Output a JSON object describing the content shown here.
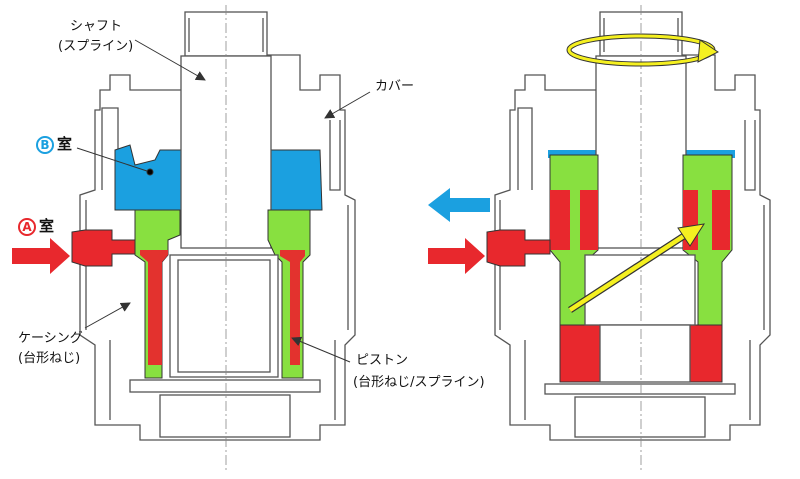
{
  "labels": {
    "shaft": "シャフト",
    "shaft_sub": "(スプライン)",
    "cover": "カバー",
    "chamber_b_letter": "B",
    "chamber_b_text": "室",
    "chamber_a_letter": "A",
    "chamber_a_text": "室",
    "casing": "ケーシング",
    "casing_sub": "(台形ねじ)",
    "piston": "ピストン",
    "piston_sub": "(台形ねじ/スプライン)"
  },
  "colors": {
    "chamber_b": "#1ba0e0",
    "chamber_a": "#e8282d",
    "piston": "#88e040",
    "motion_arrow": "#f5f020",
    "outline": "#555555",
    "chamber_a_badge": "#e8282d",
    "chamber_b_badge": "#1ba0e0"
  }
}
